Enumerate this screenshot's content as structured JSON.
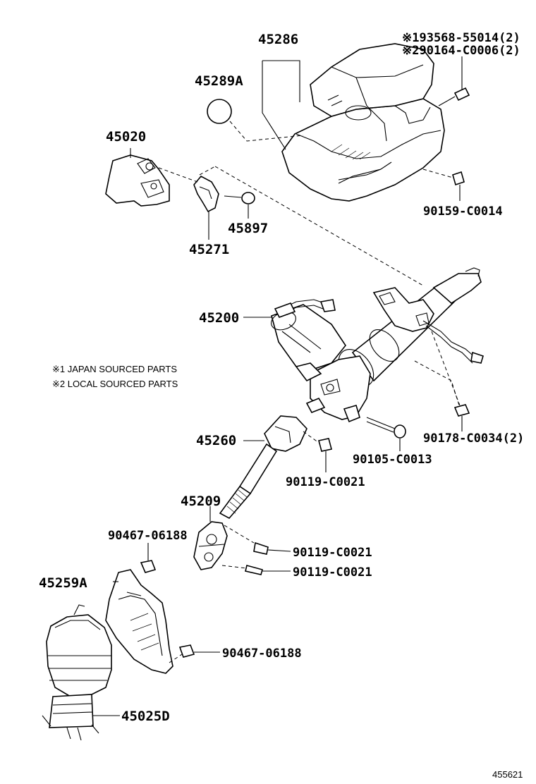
{
  "parts": {
    "p45286": "45286",
    "p45289A": "45289A",
    "p45020": "45020",
    "p45897": "45897",
    "p45271": "45271",
    "p45200": "45200",
    "p45260": "45260",
    "p45209": "45209",
    "p45259A": "45259A",
    "p45025D": "45025D",
    "p193568": "※193568-55014(2)",
    "p290164": "※290164-C0006(2)",
    "p90159": "90159-C0014",
    "p90178": "90178-C0034(2)",
    "p90105": "90105-C0013",
    "p90119a": "90119-C0021",
    "p90119b": "90119-C0021",
    "p90119c": "90119-C0021",
    "p90467a": "90467-06188",
    "p90467b": "90467-06188"
  },
  "notes": {
    "n1": "※1 JAPAN SOURCED PARTS",
    "n2": "※2 LOCAL SOURCED PARTS"
  },
  "diagram_code": "455621"
}
